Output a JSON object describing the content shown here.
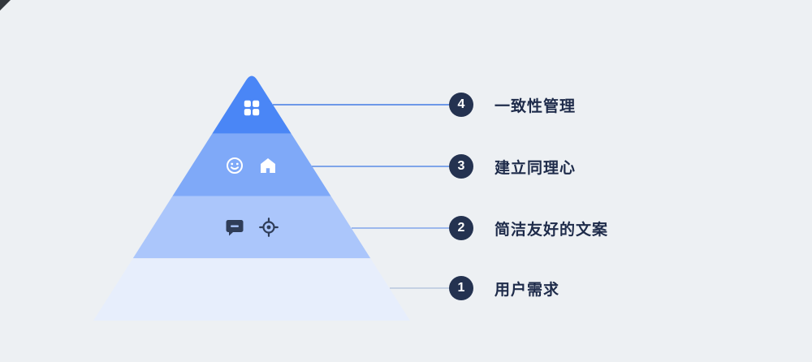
{
  "diagram": {
    "type": "pyramid",
    "levels": [
      {
        "number": "4",
        "label": "一致性管理",
        "icons": [
          "grid-icon"
        ]
      },
      {
        "number": "3",
        "label": "建立同理心",
        "icons": [
          "smiley-icon",
          "home-icon"
        ]
      },
      {
        "number": "2",
        "label": "简洁友好的文案",
        "icons": [
          "chat-bubble-icon",
          "crosshair-icon"
        ]
      },
      {
        "number": "1",
        "label": "用户需求",
        "icons": []
      }
    ],
    "colors": {
      "background": "#edf0f3",
      "level_top": "#4a86f6",
      "level_2": "#7fa9f8",
      "level_3": "#abc6fb",
      "level_bottom": "#e7eefc",
      "number_circle": "#243250",
      "number_text": "#ffffff",
      "label_text": "#1e2b4a",
      "icon_light": "#ffffff",
      "icon_dark": "#2f3d58",
      "connector_lines": [
        "#6d98e8",
        "#7fa5e9",
        "#9cb8ec",
        "#c5d1e3"
      ]
    }
  }
}
